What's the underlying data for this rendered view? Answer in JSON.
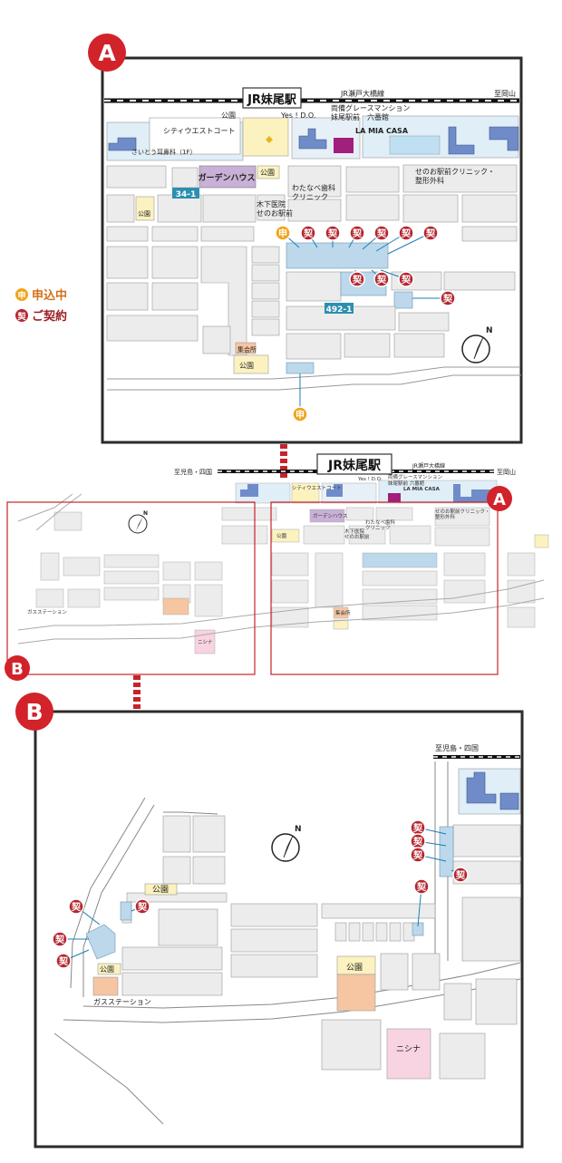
{
  "legend": {
    "applied_marker": "申",
    "applied_label": "申込中",
    "contracted_marker": "契",
    "contracted_label": "ご契約"
  },
  "panel_a": {
    "badge": "A",
    "station": "JR妹尾駅",
    "railway": "JR瀬戸大橋線",
    "direction_east": "至岡山",
    "labels": {
      "park_top": "公園",
      "yes_do": "Yes ! D.O.",
      "grace_mansion_1": "両備グレースマンション",
      "grace_mansion_2": "妹尾駅前　六番館",
      "city_west_court": "シティウエストコート",
      "la_mia_casa": "LA MIA CASA",
      "saito_ent": "さいとう耳鼻科（1F）",
      "garden_house": "ガーデンハウス",
      "park_gh": "公園",
      "lot_34": "34-1",
      "watanabe_1": "わたなべ歯科",
      "watanabe_2": "クリニック",
      "kinoshita_1": "木下医院",
      "kinoshita_2": "せのお駅前",
      "senoo_clinic_1": "せのお駅前クリニック・",
      "senoo_clinic_2": "整形外科",
      "park_left": "公園",
      "lot_492": "492-1",
      "meeting_hall": "集会所",
      "park_bottom": "公園"
    },
    "markers": {
      "applied": "申",
      "contracted": "契"
    }
  },
  "overview": {
    "station": "JR妹尾駅",
    "direction_west": "至児島・四国",
    "railway": "JR瀬戸大橋線",
    "direction_east": "至岡山",
    "labels": {
      "city_west_court": "シティウエストコート",
      "yes_do": "Yes ! D.O.",
      "grace_1": "両備グレースマンション",
      "grace_2": "妹尾駅前 六番館",
      "la_mia_casa": "LA MIA CASA",
      "garden_house": "ガーデンハウス",
      "watanabe": "わたなべ歯科",
      "clinic": "クリニック",
      "kinoshita": "木下医院",
      "senoo": "せのお駅前",
      "senoo_clinic": "せのお駅前クリニック・",
      "orthopedics": "整形外科",
      "park": "公園",
      "gas_station": "ガスステーション",
      "nishina": "ニシナ",
      "meeting_hall": "集会所"
    },
    "badge_a": "A",
    "badge_b": "B"
  },
  "panel_b": {
    "badge": "B",
    "direction_west": "至児島・四国",
    "labels": {
      "park_1": "公園",
      "park_2": "公園",
      "park_3": "公園",
      "gas_station": "ガスステーション",
      "nishina": "ニシナ"
    },
    "markers": {
      "contracted": "契"
    }
  },
  "colors": {
    "badge_red": "#d2222a",
    "marker_red": "#b5262e",
    "applied_orange": "#f0a51c",
    "lot_blue": "#bcd8ea",
    "building_blue": "#6f8cc9",
    "purple": "#a0207c",
    "garden_purple": "#c9b0d6",
    "park_yellow": "#fbf2c0",
    "park_peach": "#f6c6a2",
    "nishina_pink": "#f8d3e2",
    "block_gray": "#ececec"
  }
}
